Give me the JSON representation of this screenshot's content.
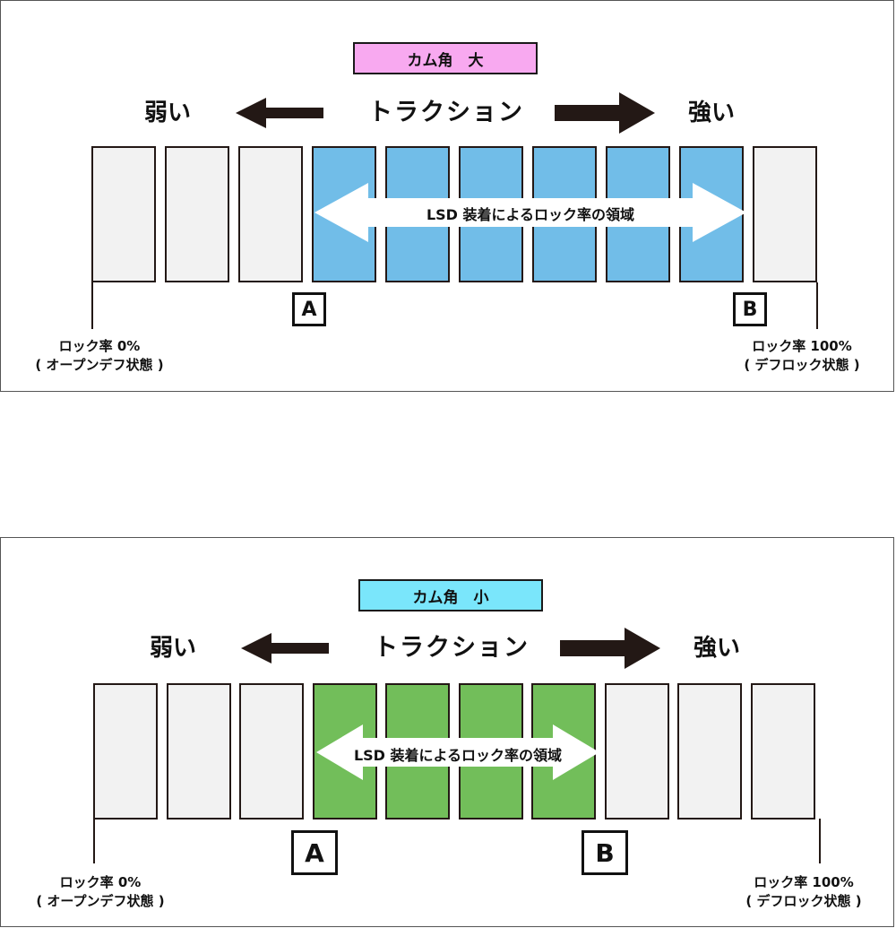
{
  "colors": {
    "lock_large": "#71bde8",
    "lock_small": "#72be5a",
    "cell_empty": "#f2f2f2",
    "title_large": "#f8a9f0",
    "title_small": "#7ae6fb",
    "arrow": "#231815"
  },
  "common": {
    "weak": "弱い",
    "strong": "強い",
    "traction": "トラクション",
    "range_label": "LSD 装着によるロック率の領域",
    "marker_a": "A",
    "marker_b": "B",
    "left_end": {
      "line1": "ロック率 0%",
      "line2": "( オープンデフ状態 )"
    },
    "right_end": {
      "line1": "ロック率 100%",
      "line2": "( デフロック状態 )"
    }
  },
  "panel_large": {
    "title": "カム角　大",
    "cells_total": 10,
    "locked_start_index": 3,
    "locked_end_index": 8
  },
  "panel_small": {
    "title": "カム角　小",
    "cells_total": 10,
    "locked_start_index": 3,
    "locked_end_index": 6
  }
}
